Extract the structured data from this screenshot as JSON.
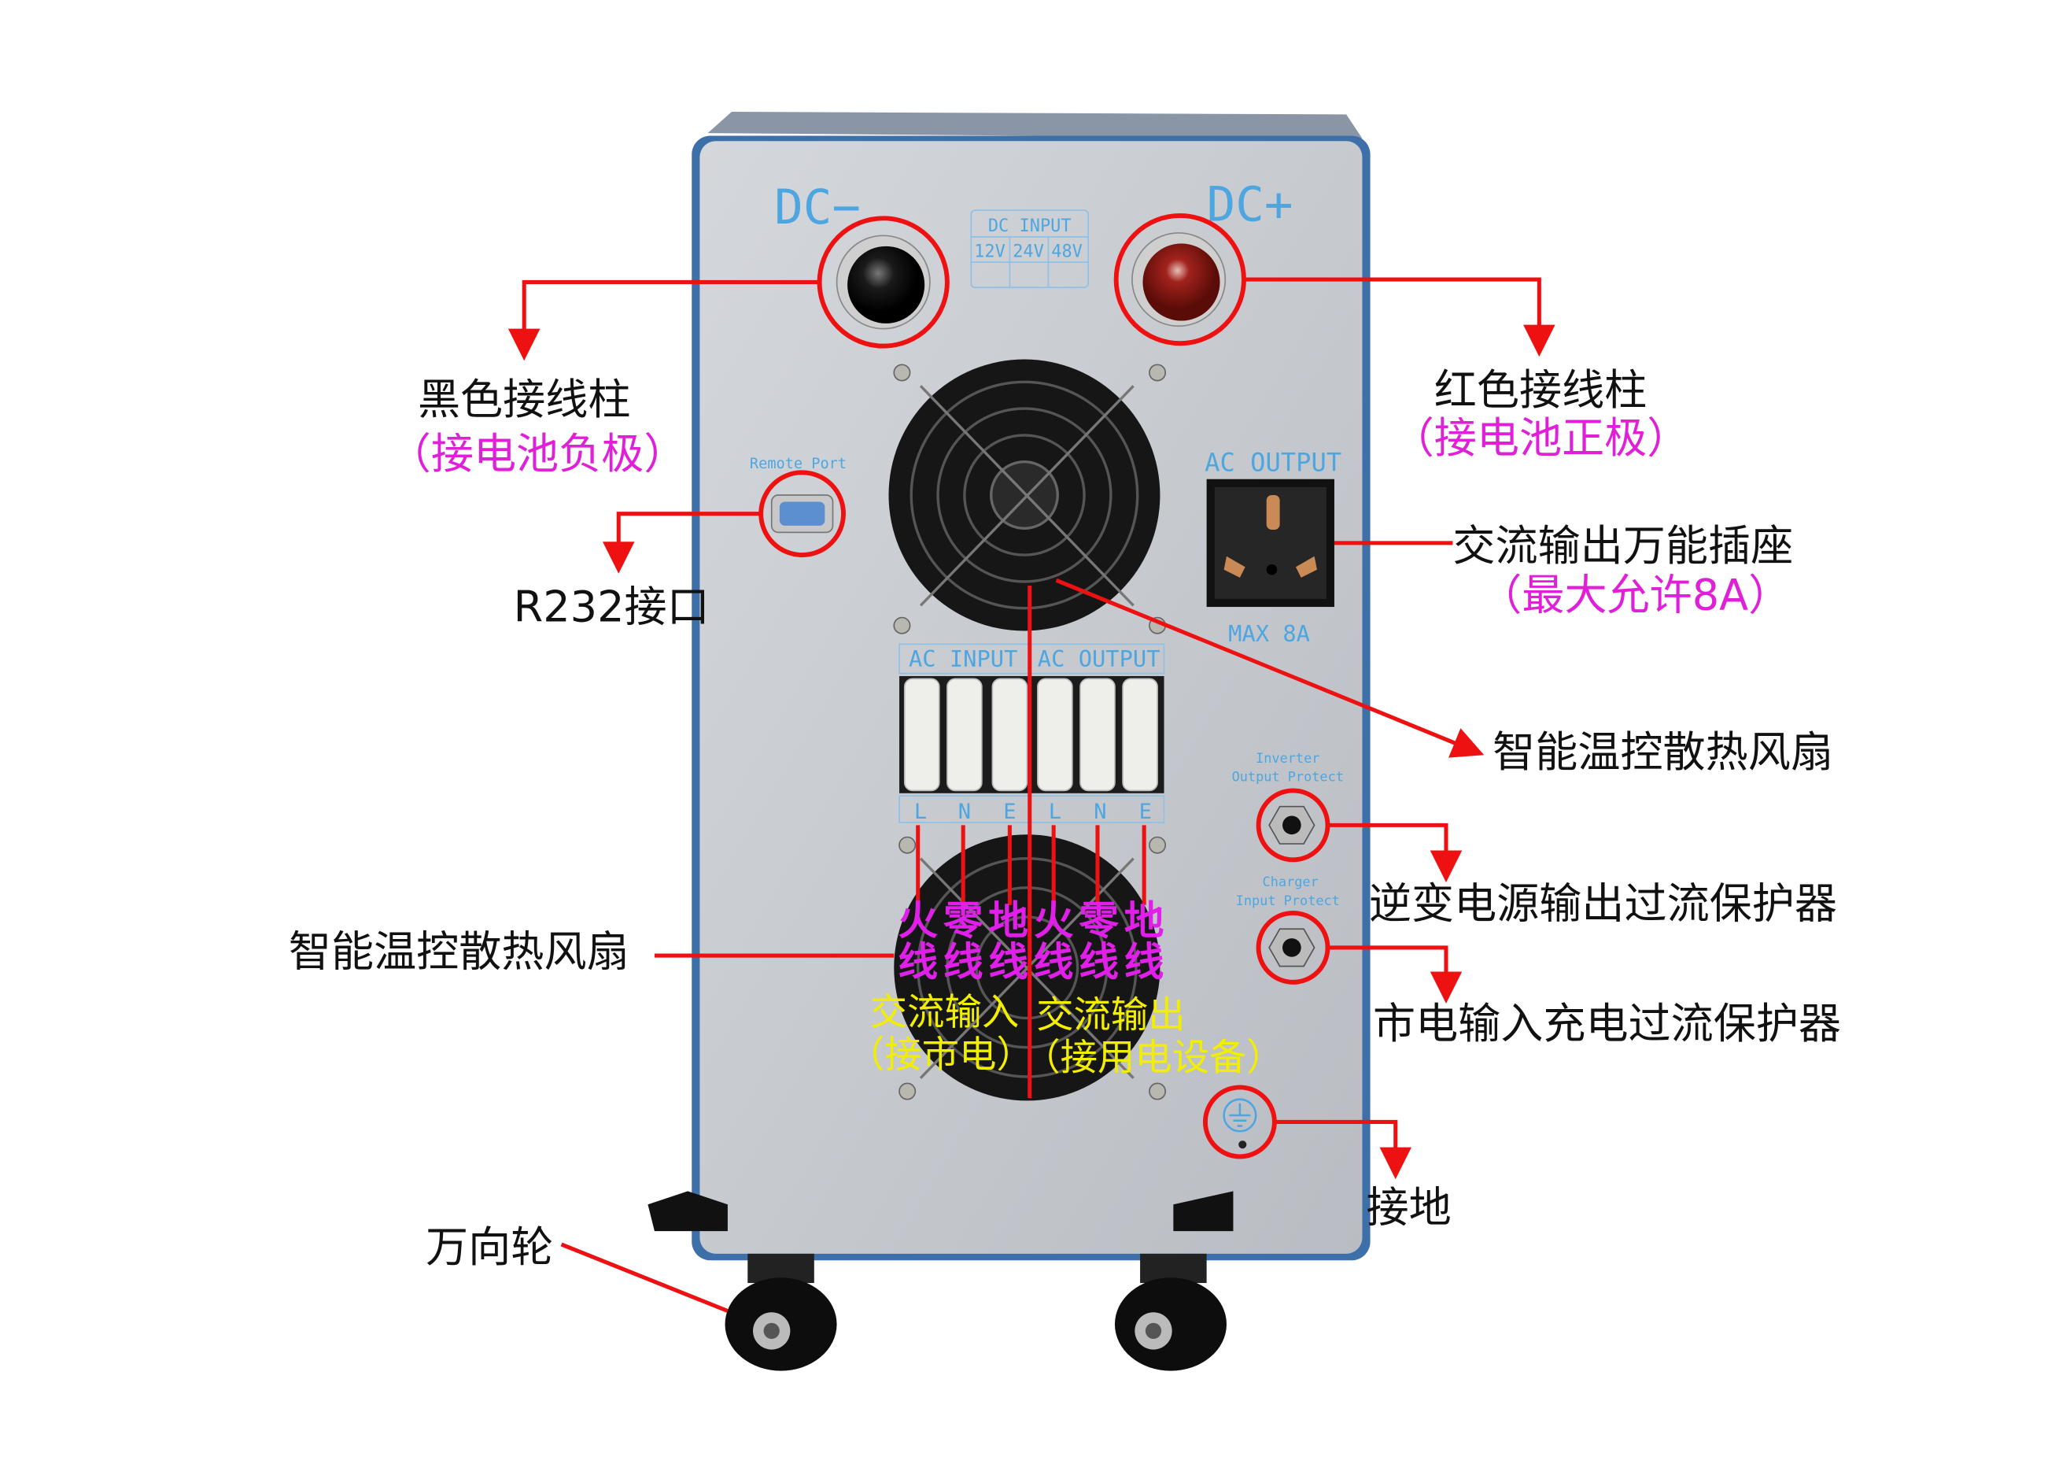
{
  "panel": {
    "dc_minus": "DC−",
    "dc_plus": "DC+",
    "dc_input_title": "DC INPUT",
    "dc_input_voltages": [
      "12V",
      "24V",
      "48V"
    ],
    "remote_port": "Remote Port",
    "ac_output": "AC OUTPUT",
    "max_current": "MAX 8A",
    "ac_input_label": "AC INPUT",
    "ac_output_label": "AC OUTPUT",
    "terminals": [
      "L",
      "N",
      "E",
      "L",
      "N",
      "E"
    ],
    "inverter_protect": [
      "Inverter",
      "Output Protect"
    ],
    "charger_protect": [
      "Charger",
      "Input Protect"
    ]
  },
  "callouts": {
    "black_terminal": "黑色接线柱",
    "black_terminal_note": "（接电池负极）",
    "red_terminal": "红色接线柱",
    "red_terminal_note": "（接电池正极）",
    "rs232": "R232接口",
    "ac_socket": "交流输出万能插座",
    "ac_socket_note": "（最大允许8A）",
    "fan_right": "智能温控散热风扇",
    "fan_left": "智能温控散热风扇",
    "inverter_breaker": "逆变电源输出过流保护器",
    "charger_breaker": "市电输入充电过流保护器",
    "ground": "接地",
    "casters": "万向轮",
    "wire_top": [
      "火",
      "零",
      "地",
      "火",
      "零",
      "地"
    ],
    "wire_bottom": [
      "线",
      "线",
      "线",
      "线",
      "线",
      "线"
    ],
    "ac_in_title": "交流输入",
    "ac_in_note": "（接市电）",
    "ac_out_title": "交流输出",
    "ac_out_note": "（接用电设备）"
  },
  "colors": {
    "annotation": "#ee1111",
    "note": "#e020d8",
    "yellow": "#f2ee00",
    "panel_text": "#4ea6e0"
  }
}
